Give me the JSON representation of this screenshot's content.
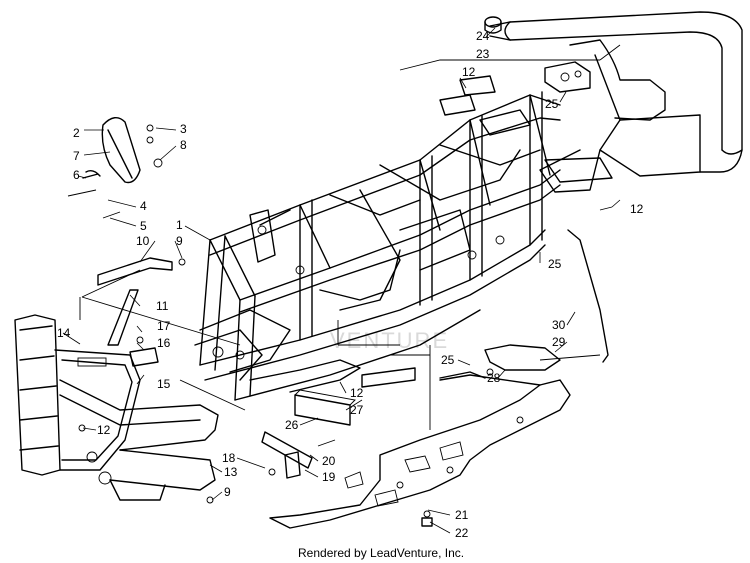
{
  "diagram": {
    "callouts": [
      {
        "id": "c24",
        "label": "24"
      },
      {
        "id": "c23",
        "label": "23"
      },
      {
        "id": "c12a",
        "label": "12"
      },
      {
        "id": "c25a",
        "label": "25"
      },
      {
        "id": "c2",
        "label": "2"
      },
      {
        "id": "c3",
        "label": "3"
      },
      {
        "id": "c8",
        "label": "8"
      },
      {
        "id": "c7",
        "label": "7"
      },
      {
        "id": "c6",
        "label": "6"
      },
      {
        "id": "c4",
        "label": "4"
      },
      {
        "id": "c5",
        "label": "5"
      },
      {
        "id": "c1",
        "label": "1"
      },
      {
        "id": "c9a",
        "label": "9"
      },
      {
        "id": "c10",
        "label": "10"
      },
      {
        "id": "c12b",
        "label": "12"
      },
      {
        "id": "c25b",
        "label": "25"
      },
      {
        "id": "c11",
        "label": "11"
      },
      {
        "id": "c17",
        "label": "17"
      },
      {
        "id": "c16",
        "label": "16"
      },
      {
        "id": "c14",
        "label": "14"
      },
      {
        "id": "c15",
        "label": "15"
      },
      {
        "id": "c30",
        "label": "30"
      },
      {
        "id": "c29",
        "label": "29"
      },
      {
        "id": "c25c",
        "label": "25"
      },
      {
        "id": "c28",
        "label": "28"
      },
      {
        "id": "c12c",
        "label": "12"
      },
      {
        "id": "c27",
        "label": "27"
      },
      {
        "id": "c12d",
        "label": "12"
      },
      {
        "id": "c26",
        "label": "26"
      },
      {
        "id": "c18",
        "label": "18"
      },
      {
        "id": "c20",
        "label": "20"
      },
      {
        "id": "c13",
        "label": "13"
      },
      {
        "id": "c19",
        "label": "19"
      },
      {
        "id": "c9b",
        "label": "9"
      },
      {
        "id": "c21",
        "label": "21"
      },
      {
        "id": "c22",
        "label": "22"
      }
    ],
    "watermark": "VENTURE",
    "footer": "Rendered by LeadVenture, Inc."
  }
}
